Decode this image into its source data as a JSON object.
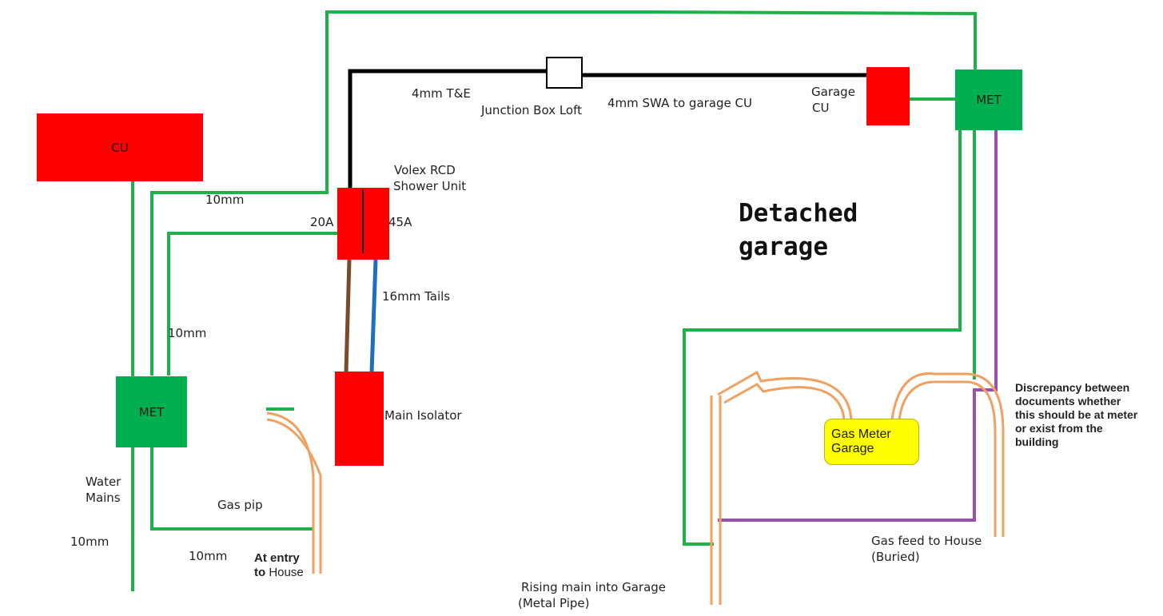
{
  "colors": {
    "earth": "#1fb04a",
    "cable": "#000000",
    "gas_pipe": "#f0a060",
    "gas_bond": "#9b4fae",
    "brown": "#7a4a2a",
    "blue": "#1e6fbf",
    "component_red": "#ff0000",
    "met_green": "#00b050",
    "meter_yellow": "#ffff00"
  },
  "house": {
    "cu_label": "CU",
    "met_label": "MET",
    "main_isolator_label": "Main Isolator",
    "rcd_label_line1": "Volex RCD",
    "rcd_label_line2": "Shower Unit",
    "rcd_left_rating": "20A",
    "rcd_right_rating": "45A",
    "tails_label": "16mm Tails",
    "cable_te_label": "4mm T&E",
    "junction_box_label": "Junction Box Loft",
    "swa_label": "4mm SWA to garage CU",
    "earth_10mm_a": "10mm",
    "earth_10mm_b": "10mm",
    "earth_10mm_c": "10mm",
    "earth_10mm_d": "10mm",
    "water_mains_line1": "Water",
    "water_mains_line2": "Mains",
    "gas_pipe_label": "Gas pip",
    "entry_line1_bold": "At entry",
    "entry_line2_bold": "to",
    "entry_line2_rest": " House"
  },
  "garage": {
    "title_line1": "Detached",
    "title_line2": "garage",
    "cu_label_line1": "Garage",
    "cu_label_line2": "CU",
    "met_label": "MET",
    "gas_meter_line1": "Gas Meter",
    "gas_meter_line2": "Garage",
    "gas_feed_line1": "Gas feed to House",
    "gas_feed_line2": "(Buried)",
    "rising_main_line1": "Rising main into Garage",
    "rising_main_line2": "(Metal Pipe)",
    "discrepancy_note": [
      "Discrepancy between",
      "documents whether",
      "this should be at meter",
      "or exist from the",
      "building"
    ]
  }
}
